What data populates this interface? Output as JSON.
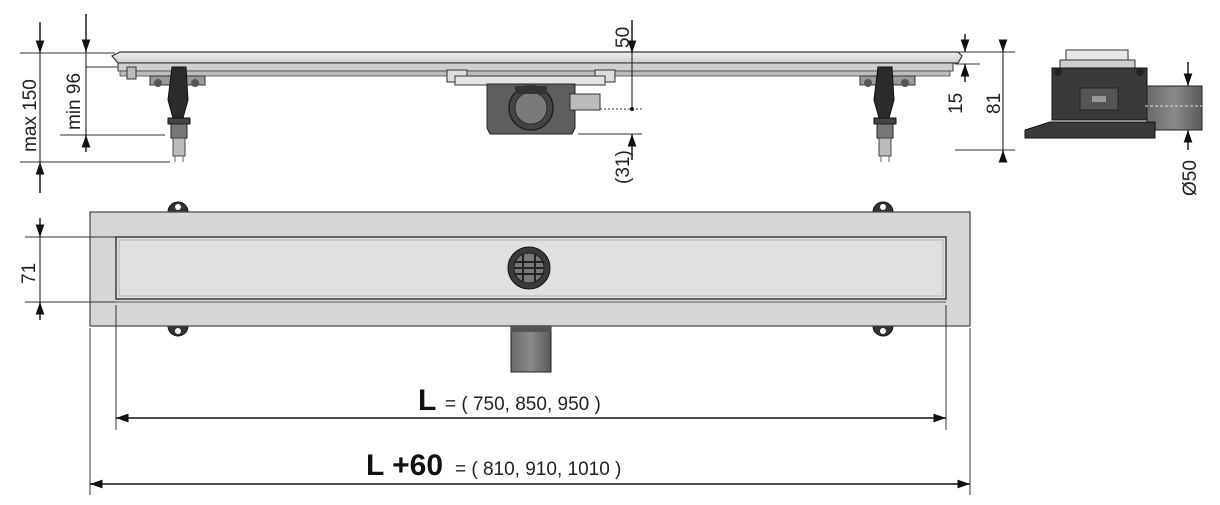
{
  "side_view": {
    "max_height_label": "max 150",
    "min_height_label": "min 96",
    "top_offset_label": "50",
    "outlet_depth_label": "(31)"
  },
  "end_view": {
    "flange_label": "15",
    "height_label": "81",
    "outlet_diameter_label": "Ø50"
  },
  "top_view": {
    "width_label": "71"
  },
  "length_dimension": {
    "symbol": "L",
    "values_text": "= ( 750, 850, 950 )"
  },
  "overall_dimension": {
    "symbol": "L +60",
    "values_text": "= ( 810, 910, 1010 )"
  },
  "colors": {
    "line": "#222222",
    "steel_light": "#d9d9d9",
    "steel_mid": "#bdbdbd",
    "steel_dark": "#8c8c8c",
    "body_dark": "#3a3a3a",
    "outlet_grey": "#6d6d6d"
  }
}
